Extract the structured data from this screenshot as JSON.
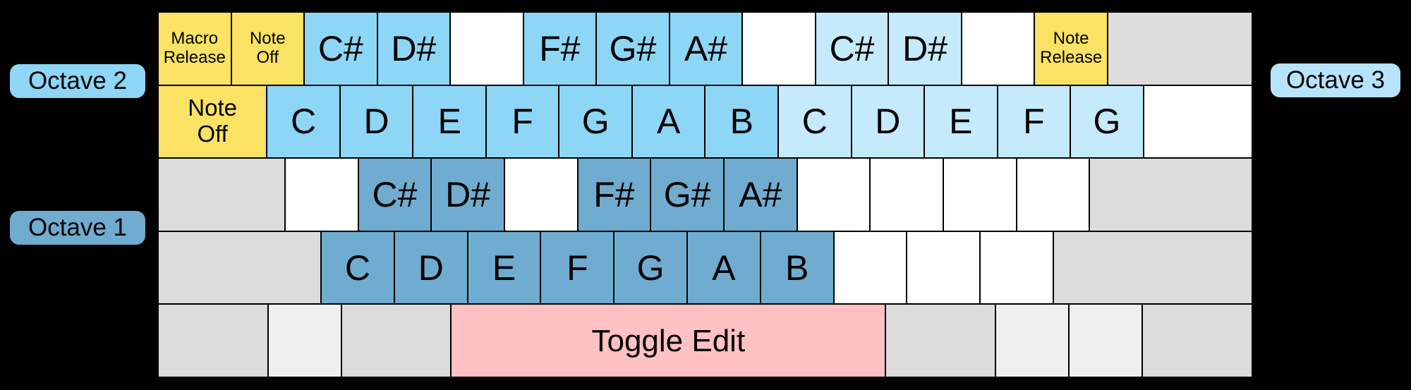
{
  "colors": {
    "background": "#000000",
    "key_border": "#000000",
    "text": "#000000",
    "yellow": "#F9E264",
    "octave1_blue": "#6FACCF",
    "octave2_blue": "#8DD6F6",
    "octave3_blue": "#C5EAFC",
    "pink": "#FFC1C4",
    "gray": "#DCDCDC",
    "light_gray": "#EFEFEF",
    "white": "#FFFFFF",
    "octave1_pill": "#6FACCF",
    "octave2_pill": "#8DD6F6",
    "octave3_pill": "#B7E4FA"
  },
  "legend": {
    "octave_1": "Octave 1",
    "octave_2": "Octave 2",
    "octave_3": "Octave 3"
  },
  "keyboard": {
    "rows": [
      {
        "keys": [
          {
            "n": "key-macro-release",
            "label": "Macro\nRelease",
            "color": "yellow",
            "w": 1,
            "size": "sm"
          },
          {
            "n": "key-note-off-top",
            "label": "Note\nOff",
            "color": "yellow",
            "w": 1,
            "size": "sm"
          },
          {
            "n": "key-note-cs-oct2",
            "label": "C#",
            "color": "octave2_blue",
            "w": 1,
            "size": "note"
          },
          {
            "n": "key-note-ds-oct2",
            "label": "D#",
            "color": "octave2_blue",
            "w": 1,
            "size": "note"
          },
          {
            "n": "key-blank",
            "label": "",
            "color": "white",
            "w": 1
          },
          {
            "n": "key-note-fs-oct2",
            "label": "F#",
            "color": "octave2_blue",
            "w": 1,
            "size": "note"
          },
          {
            "n": "key-note-gs-oct2",
            "label": "G#",
            "color": "octave2_blue",
            "w": 1,
            "size": "note"
          },
          {
            "n": "key-note-as-oct2",
            "label": "A#",
            "color": "octave2_blue",
            "w": 1,
            "size": "note"
          },
          {
            "n": "key-blank",
            "label": "",
            "color": "white",
            "w": 1
          },
          {
            "n": "key-note-cs-oct3",
            "label": "C#",
            "color": "octave3_blue",
            "w": 1,
            "size": "note"
          },
          {
            "n": "key-note-ds-oct3",
            "label": "D#",
            "color": "octave3_blue",
            "w": 1,
            "size": "note"
          },
          {
            "n": "key-blank",
            "label": "",
            "color": "white",
            "w": 1
          },
          {
            "n": "key-note-release",
            "label": "Note\nRelease",
            "color": "yellow",
            "w": 1,
            "size": "sm"
          },
          {
            "n": "key-unassigned",
            "label": "",
            "color": "gray",
            "w": 2
          }
        ]
      },
      {
        "keys": [
          {
            "n": "key-note-off",
            "label": "Note\nOff",
            "color": "yellow",
            "w": 1.5,
            "size": "md"
          },
          {
            "n": "key-note-c-oct2",
            "label": "C",
            "color": "octave2_blue",
            "w": 1,
            "size": "note"
          },
          {
            "n": "key-note-d-oct2",
            "label": "D",
            "color": "octave2_blue",
            "w": 1,
            "size": "note"
          },
          {
            "n": "key-note-e-oct2",
            "label": "E",
            "color": "octave2_blue",
            "w": 1,
            "size": "note"
          },
          {
            "n": "key-note-f-oct2",
            "label": "F",
            "color": "octave2_blue",
            "w": 1,
            "size": "note"
          },
          {
            "n": "key-note-g-oct2",
            "label": "G",
            "color": "octave2_blue",
            "w": 1,
            "size": "note"
          },
          {
            "n": "key-note-a-oct2",
            "label": "A",
            "color": "octave2_blue",
            "w": 1,
            "size": "note"
          },
          {
            "n": "key-note-b-oct2",
            "label": "B",
            "color": "octave2_blue",
            "w": 1,
            "size": "note"
          },
          {
            "n": "key-note-c-oct3",
            "label": "C",
            "color": "octave3_blue",
            "w": 1,
            "size": "note"
          },
          {
            "n": "key-note-d-oct3",
            "label": "D",
            "color": "octave3_blue",
            "w": 1,
            "size": "note"
          },
          {
            "n": "key-note-e-oct3",
            "label": "E",
            "color": "octave3_blue",
            "w": 1,
            "size": "note"
          },
          {
            "n": "key-note-f-oct3",
            "label": "F",
            "color": "octave3_blue",
            "w": 1,
            "size": "note"
          },
          {
            "n": "key-note-g-oct3",
            "label": "G",
            "color": "octave3_blue",
            "w": 1,
            "size": "note"
          },
          {
            "n": "key-blank",
            "label": "",
            "color": "white",
            "w": 1.5
          }
        ]
      },
      {
        "keys": [
          {
            "n": "key-unassigned",
            "label": "",
            "color": "gray",
            "w": 1.75
          },
          {
            "n": "key-blank",
            "label": "",
            "color": "white",
            "w": 1
          },
          {
            "n": "key-note-cs-oct1",
            "label": "C#",
            "color": "octave1_blue",
            "w": 1,
            "size": "note"
          },
          {
            "n": "key-note-ds-oct1",
            "label": "D#",
            "color": "octave1_blue",
            "w": 1,
            "size": "note"
          },
          {
            "n": "key-blank",
            "label": "",
            "color": "white",
            "w": 1
          },
          {
            "n": "key-note-fs-oct1",
            "label": "F#",
            "color": "octave1_blue",
            "w": 1,
            "size": "note"
          },
          {
            "n": "key-note-gs-oct1",
            "label": "G#",
            "color": "octave1_blue",
            "w": 1,
            "size": "note"
          },
          {
            "n": "key-note-as-oct1",
            "label": "A#",
            "color": "octave1_blue",
            "w": 1,
            "size": "note"
          },
          {
            "n": "key-blank",
            "label": "",
            "color": "white",
            "w": 1
          },
          {
            "n": "key-blank",
            "label": "",
            "color": "white",
            "w": 1
          },
          {
            "n": "key-blank",
            "label": "",
            "color": "white",
            "w": 1
          },
          {
            "n": "key-blank",
            "label": "",
            "color": "white",
            "w": 1
          },
          {
            "n": "key-unassigned",
            "label": "",
            "color": "gray",
            "w": 2.25
          }
        ]
      },
      {
        "keys": [
          {
            "n": "key-unassigned",
            "label": "",
            "color": "gray",
            "w": 2.25
          },
          {
            "n": "key-note-c-oct1",
            "label": "C",
            "color": "octave1_blue",
            "w": 1,
            "size": "note"
          },
          {
            "n": "key-note-d-oct1",
            "label": "D",
            "color": "octave1_blue",
            "w": 1,
            "size": "note"
          },
          {
            "n": "key-note-e-oct1",
            "label": "E",
            "color": "octave1_blue",
            "w": 1,
            "size": "note"
          },
          {
            "n": "key-note-f-oct1",
            "label": "F",
            "color": "octave1_blue",
            "w": 1,
            "size": "note"
          },
          {
            "n": "key-note-g-oct1",
            "label": "G",
            "color": "octave1_blue",
            "w": 1,
            "size": "note"
          },
          {
            "n": "key-note-a-oct1",
            "label": "A",
            "color": "octave1_blue",
            "w": 1,
            "size": "note"
          },
          {
            "n": "key-note-b-oct1",
            "label": "B",
            "color": "octave1_blue",
            "w": 1,
            "size": "note"
          },
          {
            "n": "key-blank",
            "label": "",
            "color": "white",
            "w": 1
          },
          {
            "n": "key-blank",
            "label": "",
            "color": "white",
            "w": 1
          },
          {
            "n": "key-blank",
            "label": "",
            "color": "white",
            "w": 1
          },
          {
            "n": "key-unassigned",
            "label": "",
            "color": "gray",
            "w": 2.75
          }
        ]
      },
      {
        "keys": [
          {
            "n": "key-unassigned",
            "label": "",
            "color": "gray",
            "w": 1.5
          },
          {
            "n": "key-unassigned",
            "label": "",
            "color": "light_gray",
            "w": 1
          },
          {
            "n": "key-unassigned",
            "label": "",
            "color": "gray",
            "w": 1.5
          },
          {
            "n": "key-toggle-edit",
            "label": "Toggle Edit",
            "color": "pink",
            "w": 6,
            "size": "lg"
          },
          {
            "n": "key-unassigned",
            "label": "",
            "color": "gray",
            "w": 1.5
          },
          {
            "n": "key-unassigned",
            "label": "",
            "color": "light_gray",
            "w": 1
          },
          {
            "n": "key-unassigned",
            "label": "",
            "color": "light_gray",
            "w": 1
          },
          {
            "n": "key-unassigned",
            "label": "",
            "color": "gray",
            "w": 1.5
          }
        ]
      }
    ]
  }
}
